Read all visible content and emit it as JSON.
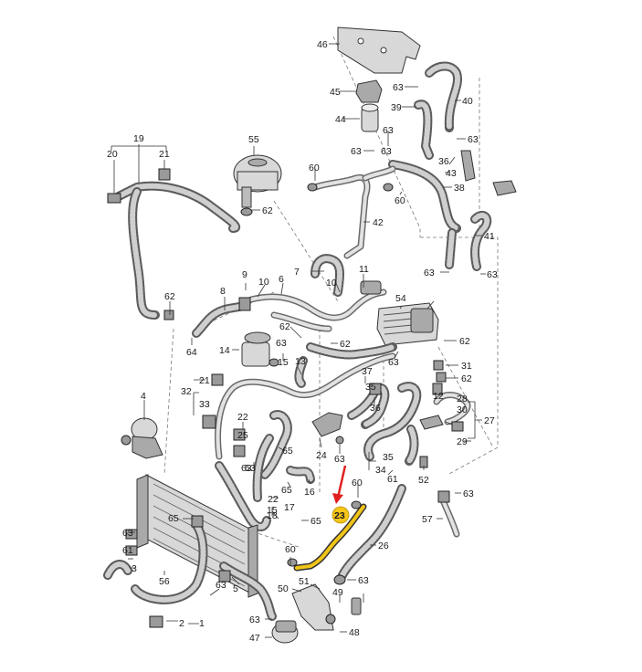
{
  "labels": {
    "p1": "1",
    "p2": "2",
    "p3": "3",
    "p4": "4",
    "p5": "5",
    "p6": "6",
    "p7": "7",
    "p8": "8",
    "p9": "9",
    "p10": "10",
    "p11": "11",
    "p12": "12",
    "p13": "13",
    "p14": "14",
    "p15": "15",
    "p16": "16",
    "p17": "17",
    "p18": "18",
    "p19": "19",
    "p20": "20",
    "p21": "21",
    "p22": "22",
    "p23": "23",
    "p24": "24",
    "p25": "25",
    "p26": "26",
    "p27": "27",
    "p28": "28",
    "p29": "29",
    "p30": "30",
    "p31": "31",
    "p32": "32",
    "p33": "33",
    "p34": "34",
    "p35": "35",
    "p36": "36",
    "p37": "37",
    "p38": "38",
    "p39": "39",
    "p40": "40",
    "p41": "41",
    "p42": "42",
    "p43": "43",
    "p44": "44",
    "p45": "45",
    "p46": "46",
    "p47": "47",
    "p48": "48",
    "p49": "49",
    "p50": "50",
    "p51": "51",
    "p52": "52",
    "p53": "53",
    "p54": "54",
    "p55": "55",
    "p56": "56",
    "p57": "57",
    "p60": "60",
    "p61": "61",
    "p62": "62",
    "p63": "63",
    "p64": "64",
    "p65": "65"
  },
  "highlight": {
    "part_number": "23",
    "badge_color": "#f5c518",
    "pipe_color": "#f0c419",
    "arrow_color": "#e02020"
  }
}
